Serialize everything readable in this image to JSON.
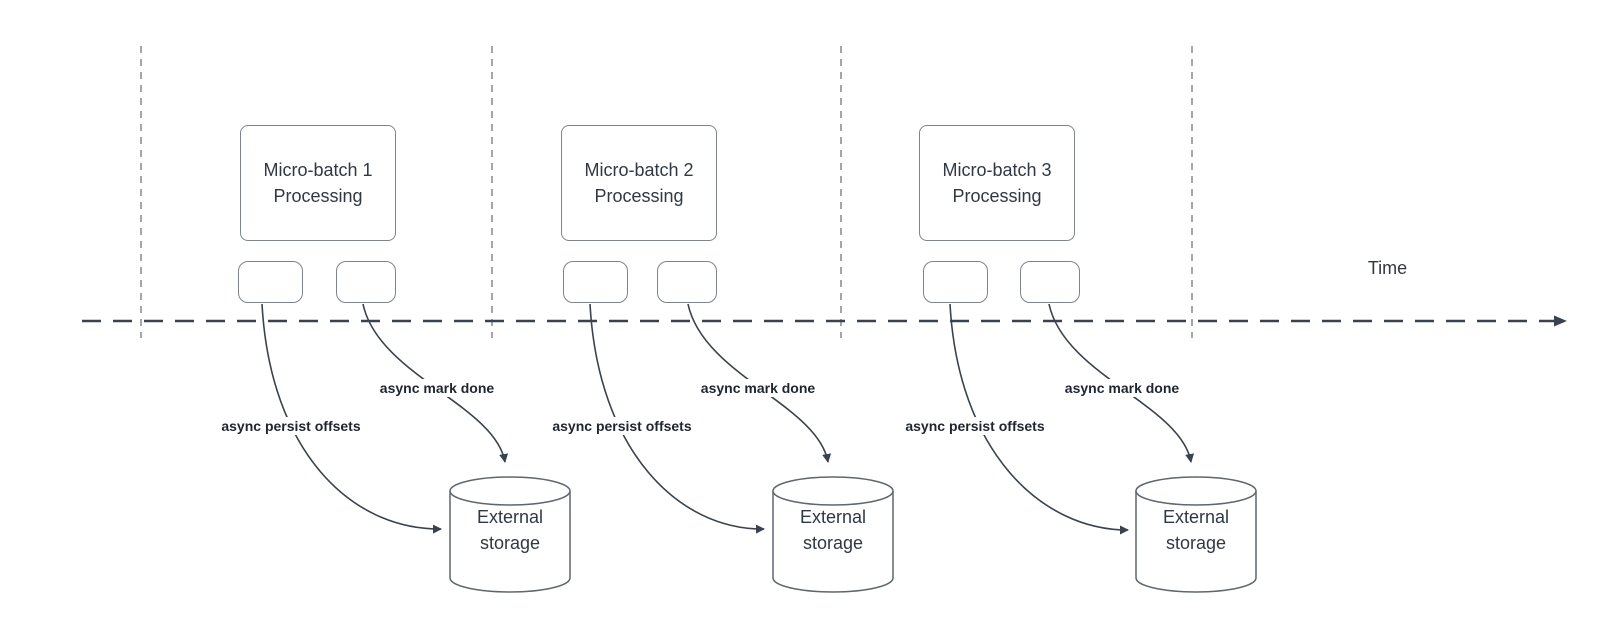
{
  "diagram": {
    "time_axis": {
      "label": "Time"
    },
    "sections": [
      {
        "box_line1": "Micro-batch 1",
        "box_line2": "Processing",
        "persist_label": "async persist offsets",
        "mark_done_label": "async mark done",
        "storage_line1": "External",
        "storage_line2": "storage"
      },
      {
        "box_line1": "Micro-batch 2",
        "box_line2": "Processing",
        "persist_label": "async persist offsets",
        "mark_done_label": "async mark done",
        "storage_line1": "External",
        "storage_line2": "storage"
      },
      {
        "box_line1": "Micro-batch 3",
        "box_line2": "Processing",
        "persist_label": "async persist offsets",
        "mark_done_label": "async mark done",
        "storage_line1": "External",
        "storage_line2": "storage"
      }
    ],
    "colors": {
      "connector": "#39424e",
      "guide_line": "#a3a7ad",
      "box_border": "#7d848e",
      "title_text": "#303844",
      "label_text": "#1f2530"
    }
  }
}
